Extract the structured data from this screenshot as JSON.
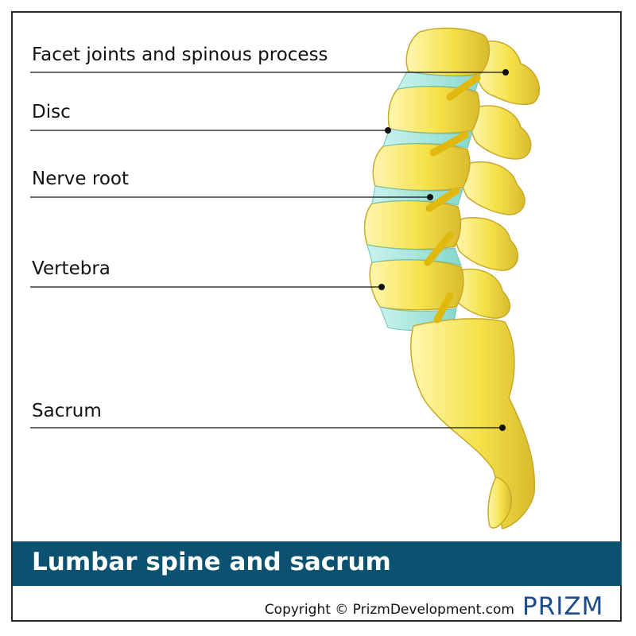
{
  "labels": {
    "facet": "Facet joints and spinous process",
    "disc": "Disc",
    "nerve": "Nerve root",
    "vertebra": "Vertebra",
    "sacrum": "Sacrum"
  },
  "banner": {
    "title": "Lumbar spine and sacrum"
  },
  "footer": {
    "copyright": "Copyright © PrizmDevelopment.com"
  },
  "logo": {
    "text": "PRIZM"
  },
  "colors": {
    "bone": "#f4e24a",
    "bone_light": "#fff6b0",
    "bone_shadow": "#d4b62a",
    "disc": "#9ee3da",
    "nerve": "#f2cf1a",
    "banner": "#0b5271",
    "logo_text": "#1c4a8c"
  }
}
